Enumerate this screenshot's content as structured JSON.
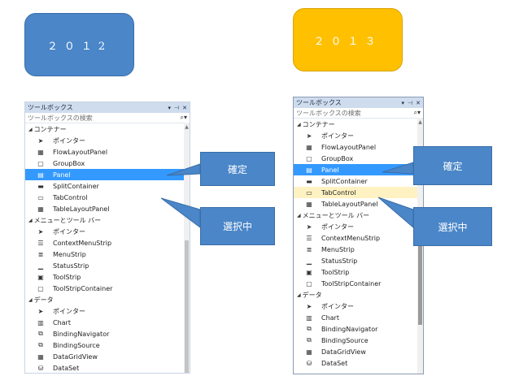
{
  "titles": {
    "left": "２０１2",
    "right": "２０１３"
  },
  "callouts": {
    "kakutei": "確定",
    "sentaku": "選択中"
  },
  "toolbox": {
    "title": "ツールボックス",
    "title_buttons": [
      "▾",
      "⊣",
      "✕"
    ],
    "search_placeholder": "ツールボックスの検索",
    "search_icon": "search-icon",
    "groups": [
      {
        "label": "コンテナー",
        "items": [
          {
            "label": "ポインター",
            "icon": "pointer-icon"
          },
          {
            "label": "FlowLayoutPanel",
            "icon": "flowlayoutpanel-icon"
          },
          {
            "label": "GroupBox",
            "icon": "groupbox-icon"
          },
          {
            "label": "Panel",
            "icon": "panel-icon",
            "state": "selected"
          },
          {
            "label": "SplitContainer",
            "icon": "splitcontainer-icon"
          },
          {
            "label": "TabControl",
            "icon": "tabcontrol-icon",
            "state": "hover"
          },
          {
            "label": "TableLayoutPanel",
            "icon": "tablelayoutpanel-icon"
          }
        ]
      },
      {
        "label": "メニューとツール バー",
        "items": [
          {
            "label": "ポインター",
            "icon": "pointer-icon"
          },
          {
            "label": "ContextMenuStrip",
            "icon": "contextmenustrip-icon"
          },
          {
            "label": "MenuStrip",
            "icon": "menustrip-icon"
          },
          {
            "label": "StatusStrip",
            "icon": "statusstrip-icon"
          },
          {
            "label": "ToolStrip",
            "icon": "toolstrip-icon"
          },
          {
            "label": "ToolStripContainer",
            "icon": "toolstripcontainer-icon"
          }
        ]
      },
      {
        "label": "データ",
        "items": [
          {
            "label": "ポインター",
            "icon": "pointer-icon"
          },
          {
            "label": "Chart",
            "icon": "chart-icon"
          },
          {
            "label": "BindingNavigator",
            "icon": "bindingnavigator-icon"
          },
          {
            "label": "BindingSource",
            "icon": "bindingsource-icon"
          },
          {
            "label": "DataGridView",
            "icon": "datagridview-icon"
          },
          {
            "label": "DataSet",
            "icon": "dataset-icon"
          }
        ]
      }
    ]
  },
  "colors": {
    "box_2012": "#4a86c8",
    "box_2013": "#ffc000",
    "callout": "#4a86c8",
    "selected": "#3399ff",
    "hover": "#fff2c2"
  }
}
